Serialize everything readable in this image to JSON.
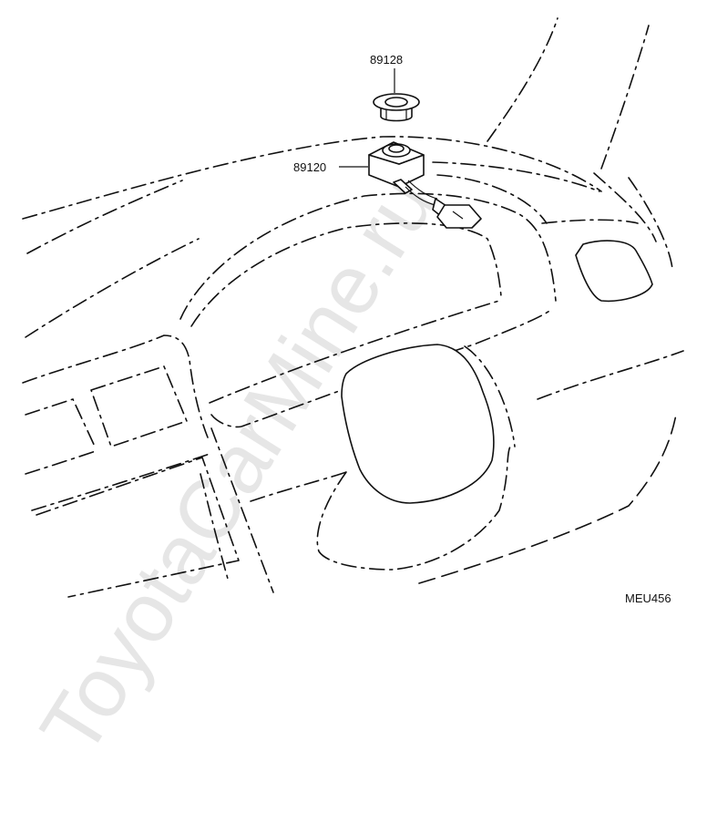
{
  "labels": {
    "part_clip": "89128",
    "part_sensor": "89120",
    "figure_code": "MEU456"
  },
  "watermark": "ToyotaCarMine.ru"
}
